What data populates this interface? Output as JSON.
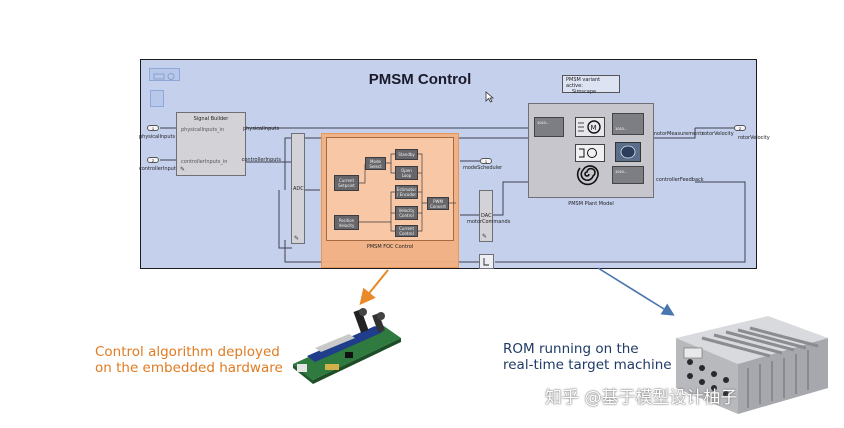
{
  "model": {
    "title": "PMSM Control",
    "variant_lines": [
      "PMSM variant active:",
      "Simscape"
    ]
  },
  "signal_builder": {
    "title": "Signal Builder",
    "ports": [
      "physicalInputs",
      "controllerInputs"
    ],
    "inner_labels": [
      "physicalInputs_in",
      "controllerInputs_in"
    ],
    "in_labels": [
      "physicalInputs",
      "controllerInputs"
    ]
  },
  "inports": [
    "1",
    "2"
  ],
  "adc": {
    "label": "ADC"
  },
  "dac": {
    "label": "DAC"
  },
  "foc": {
    "title": "PMSM FOC Control",
    "blocks": {
      "mode_select": "Mode Select",
      "current_setpoint": "Current Setpoint",
      "position_velocity": "Position Velocity",
      "standby": "Standby",
      "open_loop": "Open Loop",
      "estimator": "Estimator / Encoder",
      "velocity_control": "Velocity Control",
      "current_control": "Current Control",
      "pwm_convert": "PWM Convert"
    }
  },
  "signals": {
    "mode_scheduler": "modeScheduler",
    "motor_commands": "motorCommands",
    "motor_measurements": "motorMeasurements",
    "controller_feedback": "controllerFeedback",
    "rotor_velocity_in": "rotorVelocity",
    "rotor_velocity_out": "rotorVelocity"
  },
  "outports": [
    "1",
    "2"
  ],
  "plant": {
    "title": "PMSM Plant Model",
    "readouts": [
      "1010...",
      "1010...",
      "1010..."
    ]
  },
  "captions": {
    "left": [
      "Control algorithm deployed",
      "on the embedded hardware"
    ],
    "right": [
      "ROM running on the",
      "real-time target machine"
    ]
  },
  "watermark": "知乎 @基于模型设计柚子",
  "colors": {
    "canvas": "#c4d0ec",
    "foc_fill": "#f4b183",
    "foc_outline": "#f0a057",
    "caption_left": "#e07b22",
    "caption_right": "#1f3b66",
    "arrow_orange": "#e8892a",
    "arrow_blue": "#4a76b0"
  }
}
